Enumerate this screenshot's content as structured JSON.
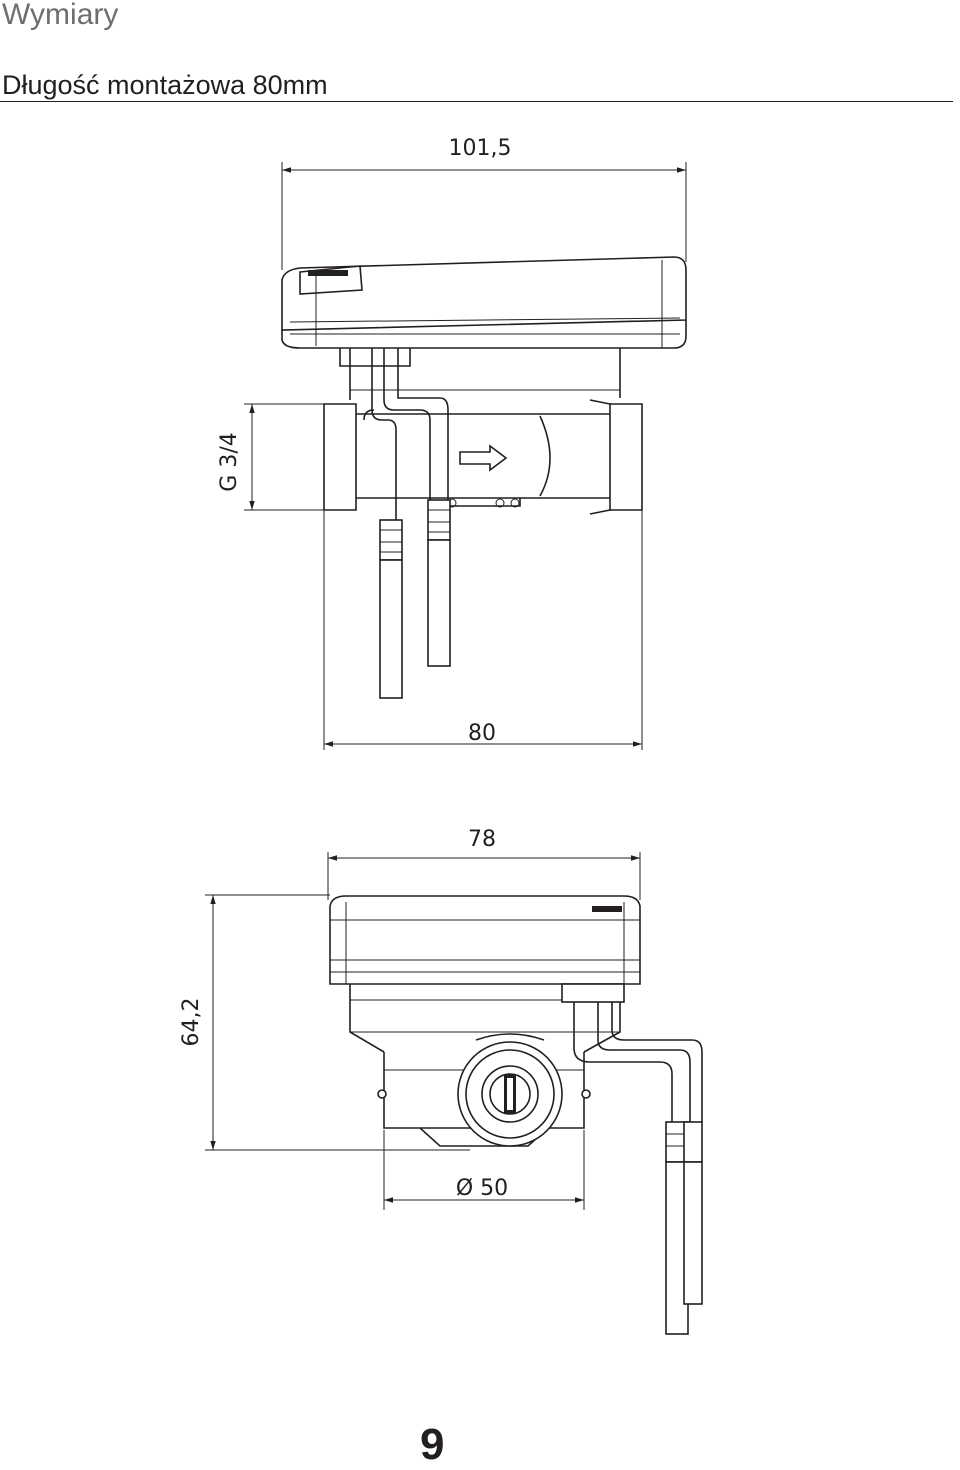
{
  "header": {
    "section_title": "Wymiary",
    "subtitle": "Długość montażowa 80mm"
  },
  "dimensions": {
    "top_width": "101,5",
    "thread": "G 3/4",
    "install_length": "80",
    "body_width": "78",
    "height": "64,2",
    "diameter": "Ø 50"
  },
  "footer": {
    "page_number": "9"
  }
}
